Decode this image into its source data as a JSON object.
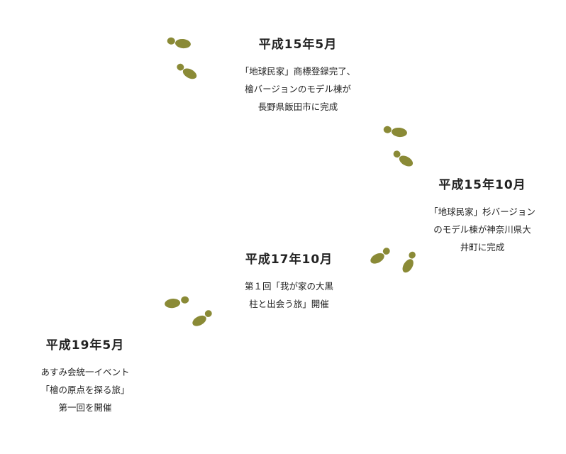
{
  "colors": {
    "footprint": "#8a8a36",
    "text": "#222222",
    "background": "#ffffff"
  },
  "events": [
    {
      "date": "平成15年5月",
      "lines": [
        "「地球民家」商標登録完了、",
        "檜バージョンのモデル棟が",
        "長野県飯田市に完成"
      ]
    },
    {
      "date": "平成15年10月",
      "lines": [
        "「地球民家」杉バージョン",
        "のモデル棟が神奈川県大",
        "井町に完成"
      ]
    },
    {
      "date": "平成17年10月",
      "lines": [
        "第１回「我が家の大黒",
        "柱と出会う旅」開催"
      ]
    },
    {
      "date": "平成19年5月",
      "lines": [
        "あすみ会統一イベント",
        "「檜の原点を探る旅」",
        "第一回を開催"
      ]
    }
  ],
  "footprints_icon": "footprint-icon"
}
